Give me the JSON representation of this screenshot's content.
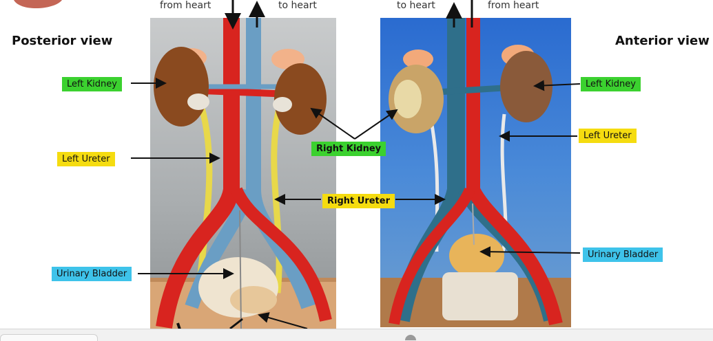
{
  "colors": {
    "artery": "#d8241f",
    "vein": "#6a9ec4",
    "kidney": "#8a4a1f",
    "ureter_yellow": "#e8d84a",
    "tag_green": "#3bd12f",
    "tag_yellow": "#f5dc10",
    "tag_cyan": "#3ec3ea",
    "left_photo_bg": "#b3b7b9",
    "right_photo_bg": "#3f7fd0",
    "wood": "#d9a676"
  },
  "left_panel": {
    "title": "Posterior view",
    "flow_from": "from heart",
    "flow_to": "to heart"
  },
  "right_panel": {
    "title": "Anterior view",
    "flow_to": "to heart",
    "flow_from": "from heart"
  },
  "labels": {
    "left_kidney_left": "Left Kidney",
    "left_ureter_left": "Left Ureter",
    "urinary_bladder_left": "Urinary Bladder",
    "right_kidney": "Right Kidney",
    "right_ureter": "Right Ureter",
    "left_kidney_right": "Left Kidney",
    "left_ureter_right": "Left Ureter",
    "urinary_bladder_right": "Urinary Bladder"
  }
}
